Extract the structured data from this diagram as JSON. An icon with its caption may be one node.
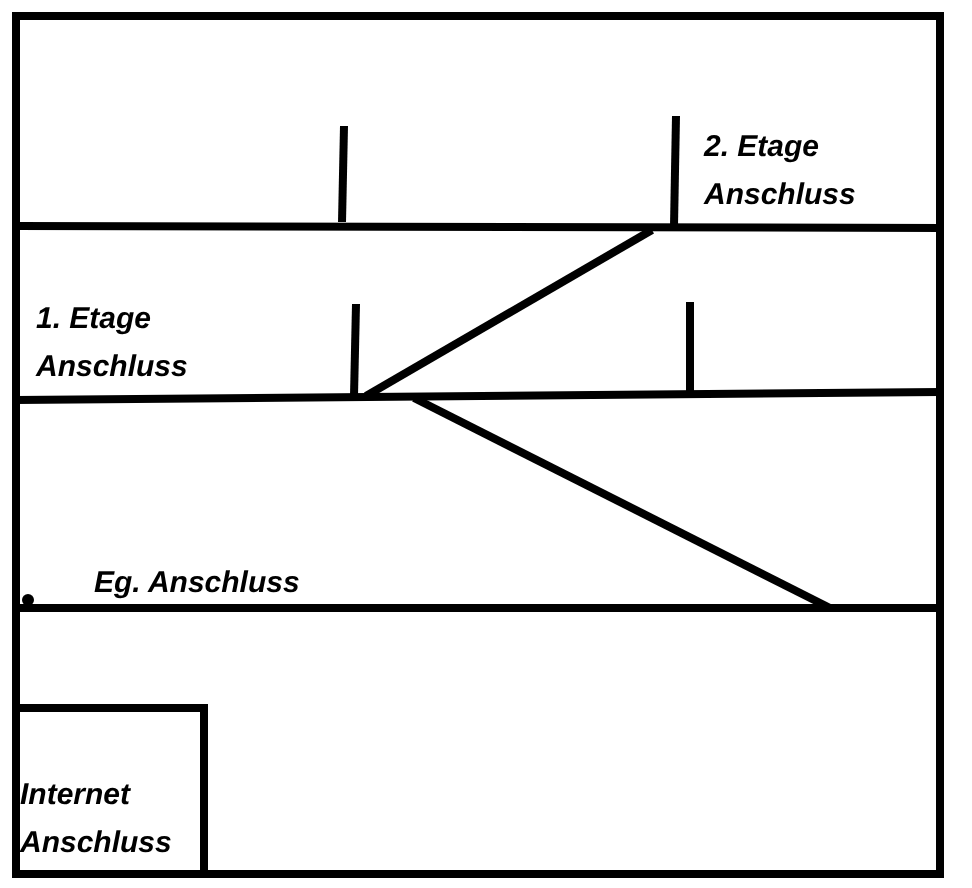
{
  "diagram": {
    "nodes": [
      {
        "text": [
          "Internet Anschluss"
        ]
      }
    ],
    "labels": [
      "2. Etage Anschluss",
      "1. Etage Anschluss",
      "Eg. Anschluss"
    ]
  }
}
